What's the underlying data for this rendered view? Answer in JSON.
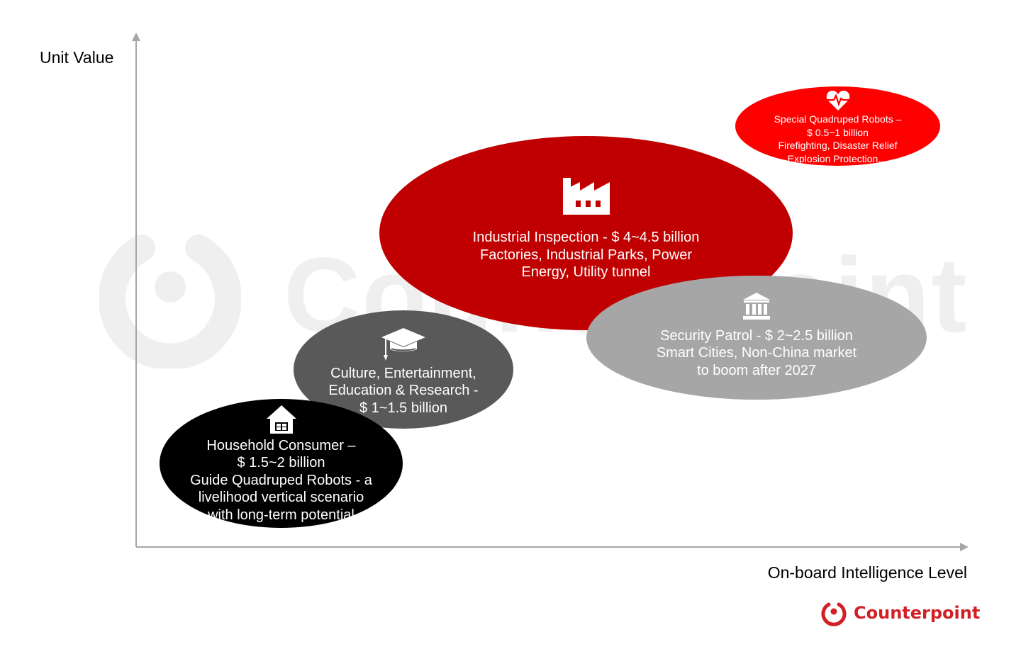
{
  "watermark": {
    "text": "Counterpoint"
  },
  "axes": {
    "y_label": "Unit Value",
    "x_label": "On-board Intelligence Level"
  },
  "bubbles": {
    "special": {
      "icon": "heart-pulse-icon",
      "color": "#ff0000",
      "lines": [
        "Special Quadruped Robots –",
        "$ 0.5~1 billion",
        "Firefighting, Disaster Relief",
        "Explosion Protection…"
      ]
    },
    "industrial": {
      "icon": "factory-icon",
      "color": "#c00000",
      "lines": [
        "Industrial Inspection - $ 4~4.5 billion",
        "Factories, Industrial Parks, Power",
        "Energy, Utility tunnel"
      ]
    },
    "security": {
      "icon": "bank-building-icon",
      "color": "#a6a6a6",
      "lines": [
        "Security Patrol - $ 2~2.5 billion",
        "Smart Cities, Non-China market",
        "to boom after 2027"
      ]
    },
    "culture": {
      "icon": "graduation-cap-icon",
      "color": "#595959",
      "lines": [
        "Culture, Entertainment,",
        "Education & Research -",
        "$ 1~1.5 billion"
      ]
    },
    "household": {
      "icon": "house-icon",
      "color": "#000000",
      "lines": [
        "Household Consumer –",
        "$ 1.5~2 billion",
        "Guide Quadruped Robots - a",
        "livelihood vertical scenario",
        "with long-term potential"
      ]
    }
  },
  "brand": {
    "name": "Counterpoint",
    "color": "#d21f26"
  }
}
